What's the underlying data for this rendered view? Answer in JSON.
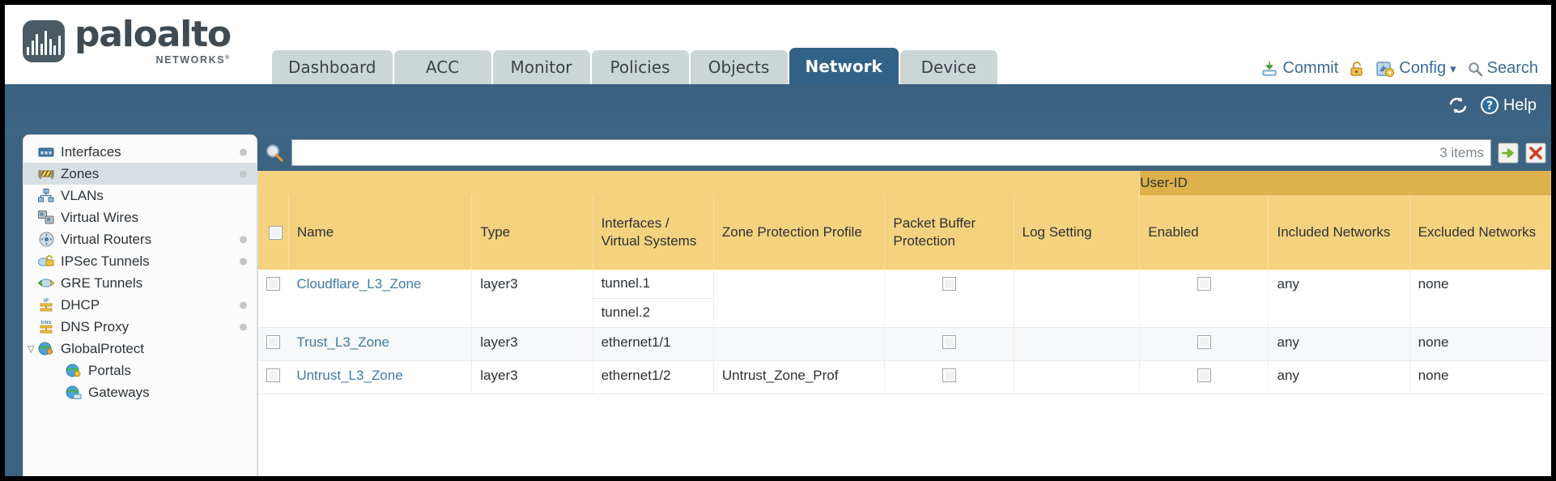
{
  "brand": {
    "name": "paloalto",
    "tagline": "NETWORKS",
    "registered": "®"
  },
  "nav": {
    "tabs": [
      {
        "label": "Dashboard",
        "active": false
      },
      {
        "label": "ACC",
        "active": false
      },
      {
        "label": "Monitor",
        "active": false
      },
      {
        "label": "Policies",
        "active": false
      },
      {
        "label": "Objects",
        "active": false
      },
      {
        "label": "Network",
        "active": true
      },
      {
        "label": "Device",
        "active": false
      }
    ]
  },
  "top_actions": {
    "commit": "Commit",
    "lock_icon": "lock-icon",
    "config": "Config",
    "config_caret": "▾",
    "search": "Search"
  },
  "sub_header": {
    "refresh_icon": "refresh-icon",
    "help": "Help"
  },
  "sidebar": {
    "items": [
      {
        "label": "Interfaces",
        "icon": "interfaces-icon",
        "selected": false,
        "dot": true,
        "child": false,
        "twisty": ""
      },
      {
        "label": "Zones",
        "icon": "zones-icon",
        "selected": true,
        "dot": true,
        "child": false,
        "twisty": ""
      },
      {
        "label": "VLANs",
        "icon": "vlans-icon",
        "selected": false,
        "dot": false,
        "child": false,
        "twisty": ""
      },
      {
        "label": "Virtual Wires",
        "icon": "virtual-wires-icon",
        "selected": false,
        "dot": false,
        "child": false,
        "twisty": ""
      },
      {
        "label": "Virtual Routers",
        "icon": "virtual-routers-icon",
        "selected": false,
        "dot": true,
        "child": false,
        "twisty": ""
      },
      {
        "label": "IPSec Tunnels",
        "icon": "ipsec-tunnels-icon",
        "selected": false,
        "dot": true,
        "child": false,
        "twisty": ""
      },
      {
        "label": "GRE Tunnels",
        "icon": "gre-tunnels-icon",
        "selected": false,
        "dot": false,
        "child": false,
        "twisty": ""
      },
      {
        "label": "DHCP",
        "icon": "dhcp-icon",
        "selected": false,
        "dot": true,
        "child": false,
        "twisty": ""
      },
      {
        "label": "DNS Proxy",
        "icon": "dns-proxy-icon",
        "selected": false,
        "dot": true,
        "child": false,
        "twisty": ""
      },
      {
        "label": "GlobalProtect",
        "icon": "globalprotect-icon",
        "selected": false,
        "dot": false,
        "child": false,
        "twisty": "▽"
      },
      {
        "label": "Portals",
        "icon": "portals-icon",
        "selected": false,
        "dot": false,
        "child": true,
        "twisty": ""
      },
      {
        "label": "Gateways",
        "icon": "gateways-icon",
        "selected": false,
        "dot": false,
        "child": true,
        "twisty": ""
      }
    ]
  },
  "search": {
    "value": "",
    "placeholder": "",
    "icon": "search-icon",
    "item_count": "3 items",
    "apply_icon": "apply-filter-icon",
    "clear_icon": "clear-filter-icon"
  },
  "table": {
    "group_header": {
      "label": "User-ID",
      "spans": 3
    },
    "columns": [
      "Name",
      "Type",
      "Interfaces / Virtual Systems",
      "Zone Protection Profile",
      "Packet Buffer Protection",
      "Log Setting",
      "Enabled",
      "Included Networks",
      "Excluded Networks"
    ],
    "rows": [
      {
        "selected": false,
        "name": "Cloudflare_L3_Zone",
        "type": "layer3",
        "interfaces": [
          "tunnel.1",
          "tunnel.2"
        ],
        "zone_protection_profile": "",
        "packet_buffer_protection": false,
        "log_setting": "",
        "userid_enabled": false,
        "included_networks": "any",
        "excluded_networks": "none"
      },
      {
        "selected": false,
        "name": "Trust_L3_Zone",
        "type": "layer3",
        "interfaces": [
          "ethernet1/1"
        ],
        "zone_protection_profile": "",
        "packet_buffer_protection": false,
        "log_setting": "",
        "userid_enabled": false,
        "included_networks": "any",
        "excluded_networks": "none"
      },
      {
        "selected": false,
        "name": "Untrust_L3_Zone",
        "type": "layer3",
        "interfaces": [
          "ethernet1/2"
        ],
        "zone_protection_profile": "Untrust_Zone_Prof",
        "packet_buffer_protection": false,
        "log_setting": "",
        "userid_enabled": false,
        "included_networks": "any",
        "excluded_networks": "none"
      }
    ]
  },
  "colors": {
    "brand_blue": "#3c6382",
    "tab_active": "#326288",
    "tab_inactive": "#cdd6d7",
    "table_header": "#f5d27e",
    "group_header": "#ddb14b",
    "link": "#3d7ba6"
  }
}
